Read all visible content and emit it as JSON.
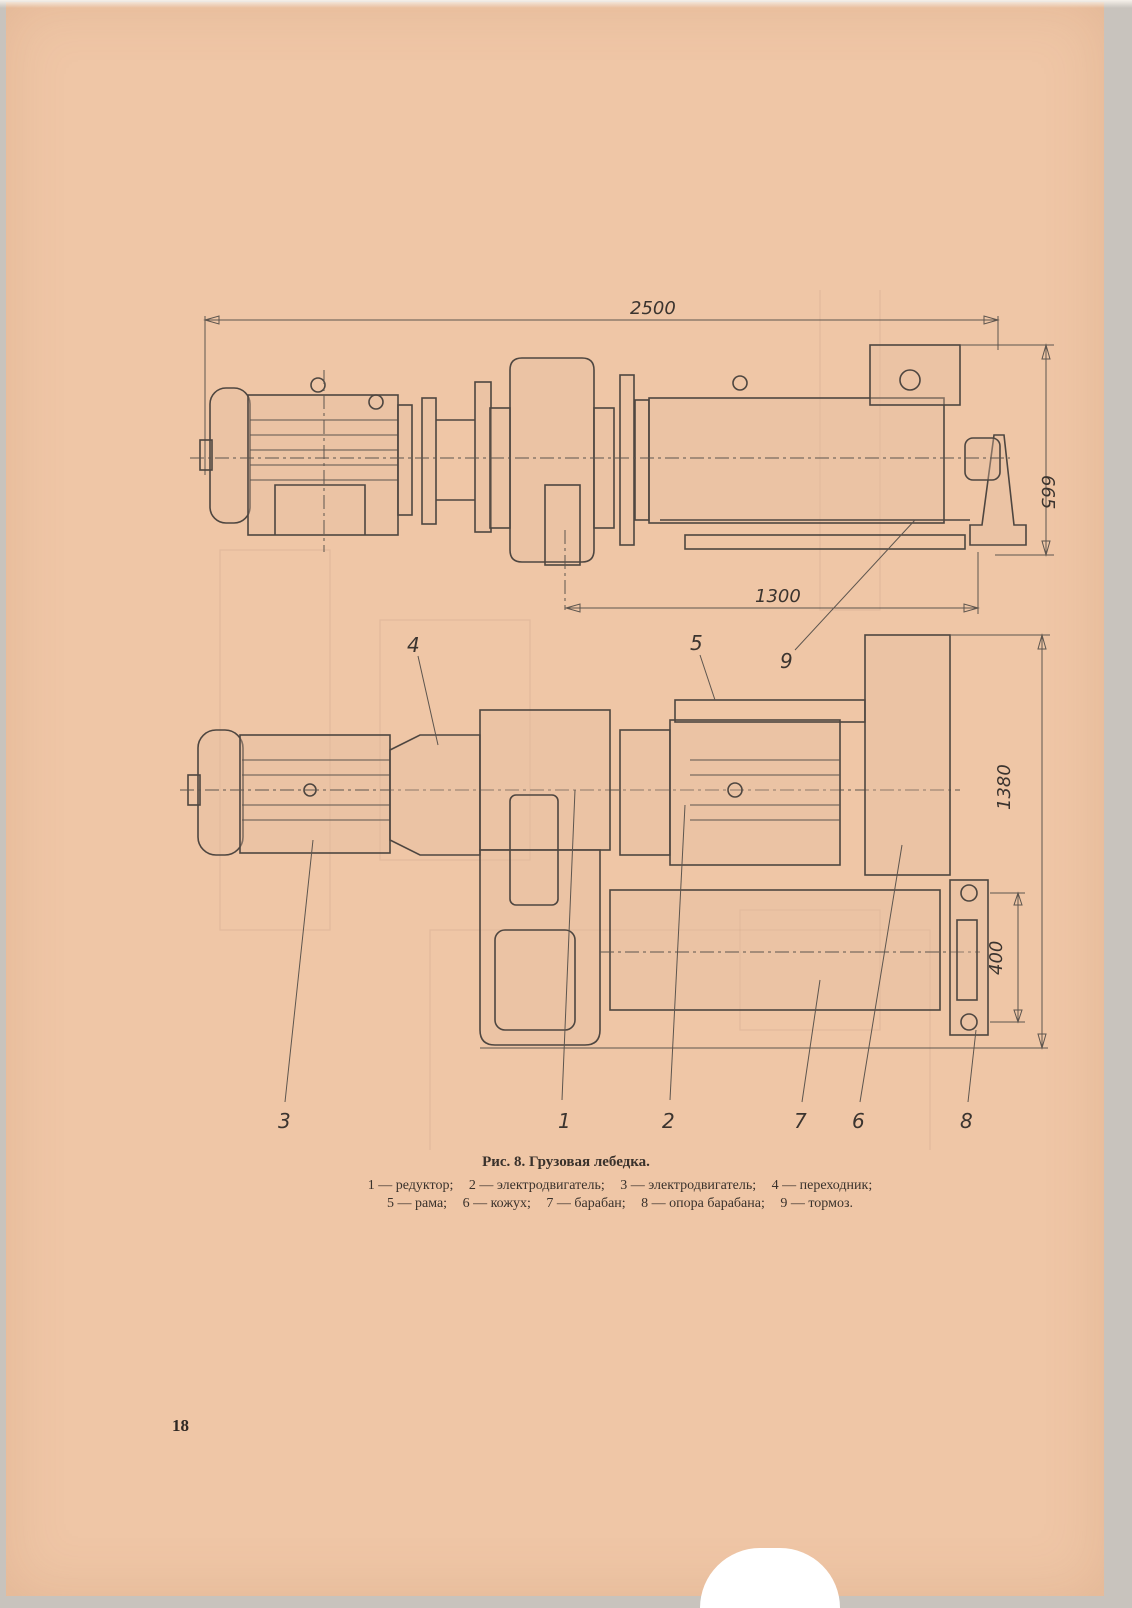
{
  "drawing": {
    "dimensions": {
      "overall_length": "2500",
      "height": "665",
      "drum_distance": "1300",
      "width": "1380",
      "support_spacing": "400"
    },
    "callouts": [
      "1",
      "2",
      "3",
      "4",
      "5",
      "6",
      "7",
      "8",
      "9"
    ]
  },
  "caption": {
    "title": "Рис. 8. Грузовая лебедка.",
    "legend": [
      "1 — редуктор;",
      "2 — электродвигатель;",
      "3 — электродвигатель;",
      "4 — переходник;",
      "5 — рама;",
      "6 — кожух;",
      "7 — барабан;",
      "8 — опора барабана;",
      "9 — тормоз."
    ]
  },
  "page_number": "18"
}
